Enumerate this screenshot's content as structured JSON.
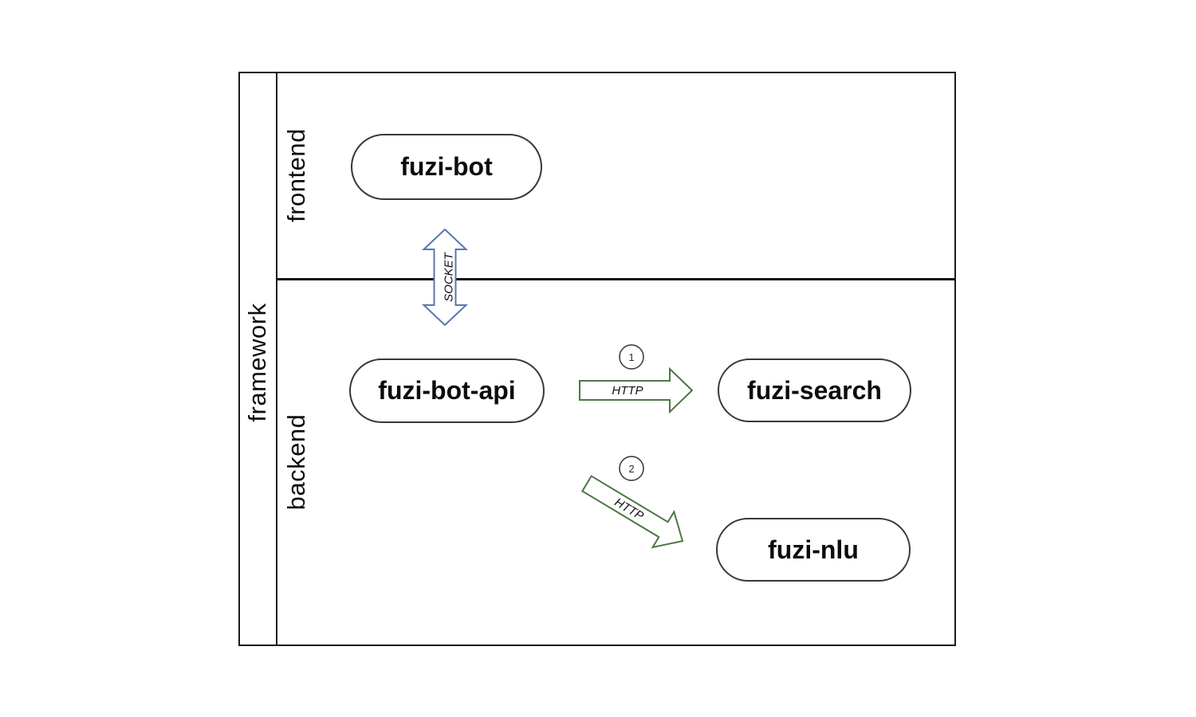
{
  "diagram": {
    "pool": {
      "title": "framework"
    },
    "lanes": [
      {
        "label": "frontend"
      },
      {
        "label": "backend"
      }
    ],
    "nodes": {
      "fuzi_bot": {
        "label": "fuzi-bot"
      },
      "fuzi_bot_api": {
        "label": "fuzi-bot-api"
      },
      "fuzi_search": {
        "label": "fuzi-search"
      },
      "fuzi_nlu": {
        "label": "fuzi-nlu"
      }
    },
    "connectors": {
      "socket": {
        "label": "SOCKET"
      },
      "http1": {
        "label": "HTTP",
        "badge": "1"
      },
      "http2": {
        "label": "HTTP",
        "badge": "2"
      }
    },
    "colors": {
      "socket_arrow": "#5578b2",
      "http_arrow": "#4c7744",
      "badge_border": "#333333",
      "node_border": "#383838",
      "frame_border": "#1a1a1a"
    }
  }
}
